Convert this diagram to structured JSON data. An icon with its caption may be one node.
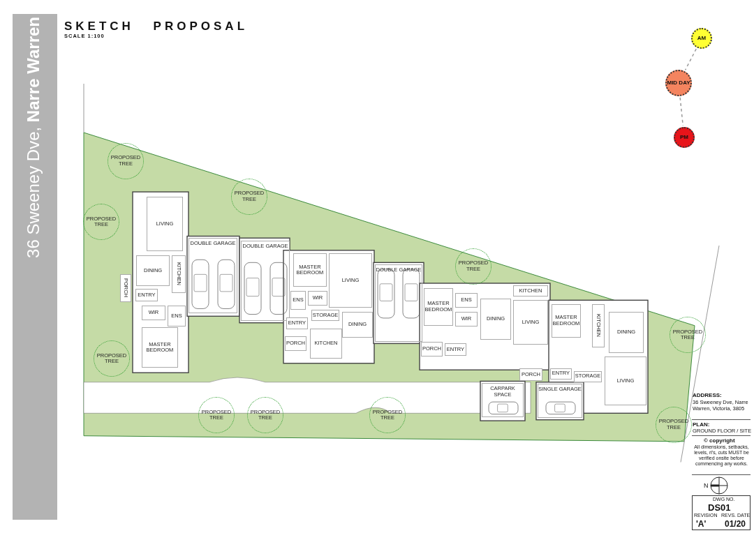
{
  "diagram": {
    "title": "SKETCH PROPOSAL",
    "nodes": [
      {
        "text": [
          "AM"
        ]
      },
      {
        "text": [
          "MID DAY"
        ]
      },
      {
        "text": [
          "PM"
        ]
      },
      {
        "text": [
          "PROPOSED TREE"
        ]
      },
      {
        "text": [
          "PROPOSED TREE"
        ]
      },
      {
        "text": [
          "PROPOSED TREE"
        ]
      },
      {
        "text": [
          "LIVING"
        ]
      },
      {
        "text": [
          "DINING"
        ]
      },
      {
        "text": [
          "KITCHEN"
        ]
      },
      {
        "text": [
          "PORCH"
        ]
      },
      {
        "text": [
          "ENTRY"
        ]
      },
      {
        "text": [
          "WIR"
        ]
      },
      {
        "text": [
          "ENS"
        ]
      },
      {
        "text": [
          "MASTER BEDROOM"
        ]
      },
      {
        "text": [
          "PROPOSED TREE"
        ]
      },
      {
        "text": [
          "DOUBLE GARAGE"
        ]
      },
      {
        "text": [
          "DOUBLE GARAGE"
        ]
      },
      {
        "text": [
          "MASTER BEDROOM"
        ]
      },
      {
        "text": [
          "LIVING"
        ]
      },
      {
        "text": [
          "ENS"
        ]
      },
      {
        "text": [
          "WIR"
        ]
      },
      {
        "text": [
          "STORAGE"
        ]
      },
      {
        "text": [
          "DINING"
        ]
      },
      {
        "text": [
          "ENTRY"
        ]
      },
      {
        "text": [
          "PORCH"
        ]
      },
      {
        "text": [
          "KITCHEN"
        ]
      },
      {
        "text": [
          "PROPOSED TREE"
        ]
      },
      {
        "text": [
          "DOUBLE GARAGE"
        ]
      },
      {
        "text": [
          "MASTER BEDROOM"
        ]
      },
      {
        "text": [
          "ENS"
        ]
      },
      {
        "text": [
          "WIR"
        ]
      },
      {
        "text": [
          "KITCHEN"
        ]
      },
      {
        "text": [
          "DINING"
        ]
      },
      {
        "text": [
          "LIVING"
        ]
      },
      {
        "text": [
          "PORCH"
        ]
      },
      {
        "text": [
          "ENTRY"
        ]
      },
      {
        "text": [
          "MASTER BEDROOM"
        ]
      },
      {
        "text": [
          "KITCHEN"
        ]
      },
      {
        "text": [
          "DINING"
        ]
      },
      {
        "text": [
          "PROPOSED TREE"
        ]
      },
      {
        "text": [
          "ENTRY"
        ]
      },
      {
        "text": [
          "STORAGE"
        ]
      },
      {
        "text": [
          "PORCH"
        ]
      },
      {
        "text": [
          "LIVING"
        ]
      },
      {
        "text": [
          "CARPARK SPACE"
        ]
      },
      {
        "text": [
          "SINGLE GARAGE"
        ]
      },
      {
        "text": [
          "PROPOSED TREE"
        ]
      },
      {
        "text": [
          "PROPOSED TREE"
        ]
      },
      {
        "text": [
          "PROPOSED TREE"
        ]
      },
      {
        "text": [
          "PROPOSED TREE"
        ]
      }
    ],
    "edges": [
      {
        "from": 0,
        "to": 1,
        "arrow": "none",
        "style": "dashed"
      },
      {
        "from": 1,
        "to": 2,
        "arrow": "none",
        "style": "dashed"
      }
    ],
    "labels": [
      "SCALE 1:100",
      "36 Sweeney Dve, **Narre Warren**",
      "ADDRESS:",
      "36 Sweeney Dve, Narre Warren, Victoria, 3805",
      "PLAN:",
      "GROUND FLOOR / SITE",
      "© copyright",
      "All dimensions, setbacks, levels, rl's, cuts MUST be verified onsite before commencing any works.",
      "N",
      "DWG NO.",
      "DS01",
      "REVISION",
      "REVS. DATE",
      "'A'",
      "01/20"
    ]
  }
}
